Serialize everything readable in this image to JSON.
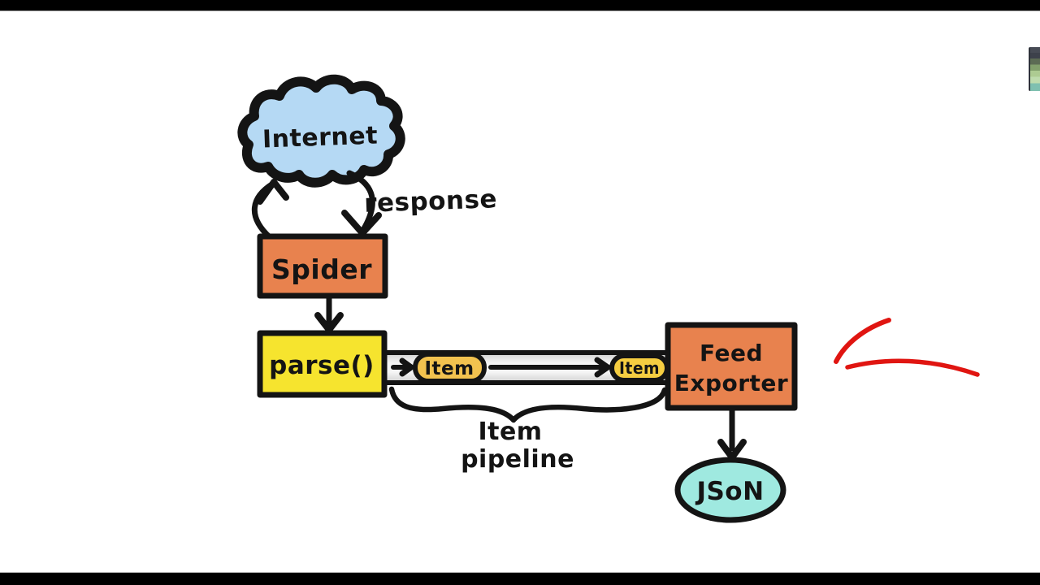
{
  "frame": {
    "letterbox_color": "#000000",
    "canvas_color": "#ffffff"
  },
  "colors": {
    "ink": "#141414",
    "cloud_fill": "#b5d9f4",
    "spider_fill": "#e8824e",
    "parse_fill": "#f6e42e",
    "item_first_fill": "#f2c24f",
    "item_second_fill": "#f5cd41",
    "feed_exporter_fill": "#e8824e",
    "json_fill": "#9fe9e0",
    "annotation_red": "#e01511"
  },
  "nodes": {
    "internet": {
      "label": "Internet"
    },
    "spider": {
      "label": "Spider"
    },
    "parse": {
      "label": "parse()"
    },
    "item_first": {
      "label": "Item"
    },
    "item_second": {
      "label": "Item"
    },
    "feed_exporter": {
      "line1": "Feed",
      "line2": "Exporter"
    },
    "json": {
      "label": "JSoN"
    }
  },
  "labels": {
    "response": "response",
    "brace_line1": "Item",
    "brace_line2": "pipeline"
  },
  "icons": {
    "clipped_edge_icon": "color-band-strip"
  }
}
